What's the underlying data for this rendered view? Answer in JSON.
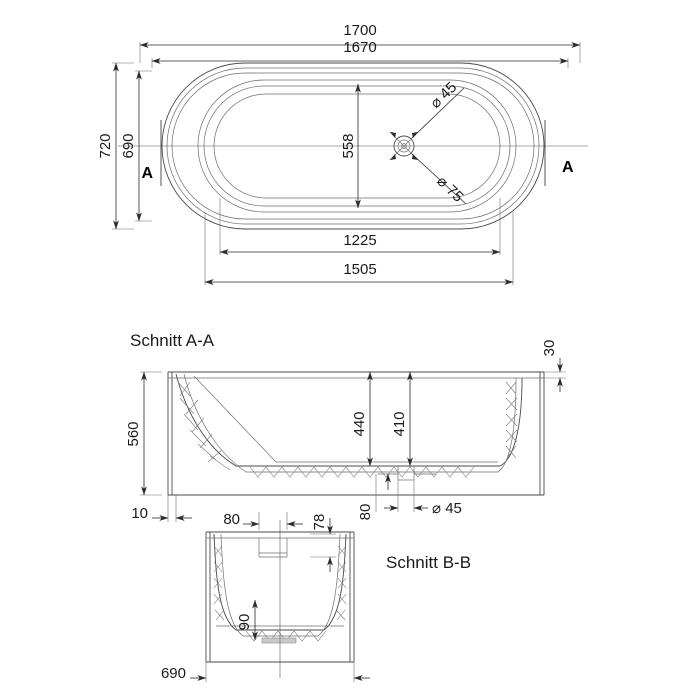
{
  "drawing": {
    "type": "technical-drawing",
    "subject": "bathtub",
    "units": "mm",
    "views": [
      {
        "id": "top-view",
        "title": ""
      },
      {
        "id": "section-aa",
        "title": "Schnitt A-A"
      },
      {
        "id": "section-bb",
        "title": "Schnitt B-B"
      }
    ]
  },
  "top_view": {
    "section_marker_left": "A",
    "section_marker_right": "A",
    "dimensions": {
      "overall_length": "1700",
      "rim_length": "1670",
      "overall_width": "720",
      "rim_width": "690",
      "drain_offset_from_edge": "558",
      "inner_length_bottom": "1225",
      "inner_length_top": "1505",
      "drain_small": "⌀ 45",
      "drain_large": "⌀ 75"
    }
  },
  "section_aa": {
    "title": "Schnitt A-A",
    "dimensions": {
      "overall_height": "560",
      "rim_thickness": "30",
      "water_depth_left": "440",
      "water_depth_right": "410",
      "foot_offset": "10",
      "drain_center_offset": "80",
      "drain_diameter": "⌀ 45"
    }
  },
  "section_bb": {
    "title": "Schnitt B-B",
    "dimensions": {
      "overflow_width": "80",
      "overflow_offset": "78",
      "bottom_height": "90",
      "width": "690"
    }
  }
}
